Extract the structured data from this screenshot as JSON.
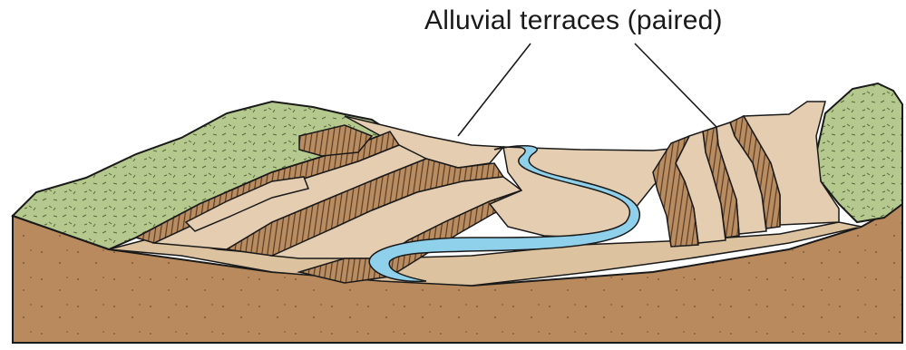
{
  "label": {
    "text": "Alluvial terraces (paired)"
  },
  "colors": {
    "ground": "#b88a5e",
    "ground_dark": "#a6784e",
    "terrace_tread": "#e4cdb0",
    "valley_floor": "#dcc29f",
    "scarp": "#b98d62",
    "scarp_hatch": "#5a3a22",
    "river": "#8fd0ea",
    "vegetation": "#b5c98f",
    "outline": "#1a1a1a"
  },
  "icons": {
    "vegetation_left": "shrub-texture",
    "vegetation_right": "shrub-texture"
  }
}
